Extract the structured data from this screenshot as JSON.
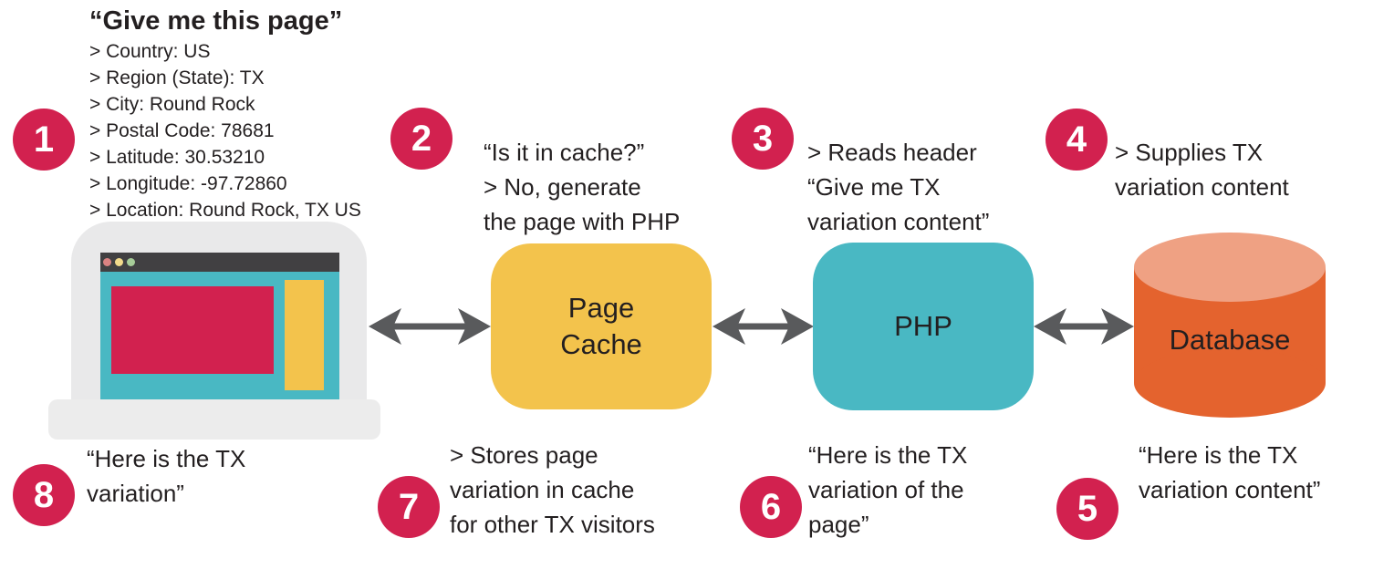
{
  "diagram": {
    "steps": {
      "step1": {
        "number": "1",
        "heading": "“Give me this page”",
        "details": [
          "> Country: US",
          "> Region (State): TX",
          "> City: Round Rock",
          "> Postal Code: 78681",
          "> Latitude: 30.53210",
          "> Longitude: -97.72860",
          "> Location: Round Rock, TX US"
        ]
      },
      "step2": {
        "number": "2",
        "lines": [
          "“Is it in cache?”",
          "> No, generate",
          "the page with PHP"
        ]
      },
      "step3": {
        "number": "3",
        "lines": [
          "> Reads header",
          "“Give me TX",
          "variation content”"
        ]
      },
      "step4": {
        "number": "4",
        "lines": [
          "> Supplies TX",
          "variation content"
        ]
      },
      "step5": {
        "number": "5",
        "lines": [
          "“Here is the TX",
          "variation content”"
        ]
      },
      "step6": {
        "number": "6",
        "lines": [
          "“Here is the TX",
          "variation of the",
          "page”"
        ]
      },
      "step7": {
        "number": "7",
        "lines": [
          "> Stores page",
          "variation in cache",
          "for other TX visitors"
        ]
      },
      "step8": {
        "number": "8",
        "lines": [
          "“Here is the TX",
          "variation”"
        ]
      }
    },
    "nodes": {
      "page_cache": {
        "lines": [
          "Page",
          "Cache"
        ]
      },
      "php": {
        "label": "PHP"
      },
      "database": {
        "label": "Database"
      }
    },
    "colors": {
      "badge_crimson": "#d2214f",
      "cache_yellow": "#f3c34c",
      "php_teal": "#49b8c3",
      "database_orange": "#e4632e",
      "database_orange_light": "#efa183",
      "arrow_gray": "#595a5c",
      "laptop_gray": "#e9e9ea",
      "browser_bar_gray": "#414042",
      "text_black": "#231f20"
    }
  }
}
